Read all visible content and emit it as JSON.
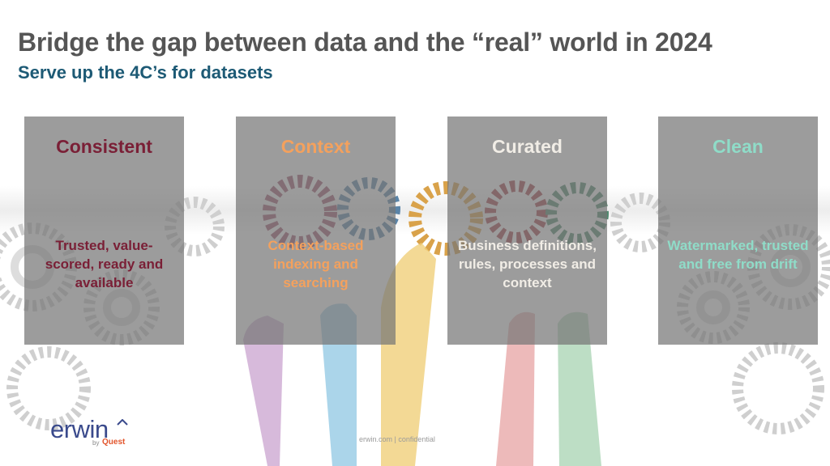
{
  "slide": {
    "title": "Bridge the gap between data and the “real” world in 2024",
    "subtitle": "Serve up the 4C’s for datasets",
    "subtitle_color": "#1d5a75"
  },
  "cards": [
    {
      "title": "Consistent",
      "description": "Trusted, value-scored, ready and available",
      "color": "#7a1f36"
    },
    {
      "title": "Context",
      "description": "Context-based indexing and searching",
      "color": "#f4a15d"
    },
    {
      "title": "Curated",
      "description": "Business definitions, rules, processes and context",
      "color": "#f1ede6"
    },
    {
      "title": "Clean",
      "description": "Watermarked, trusted and free from drift",
      "color": "#8fdcc8"
    }
  ],
  "logo": {
    "word": "erwin",
    "by": "by",
    "company": "Quest"
  },
  "footer": {
    "text": "erwin.com | confidential"
  }
}
